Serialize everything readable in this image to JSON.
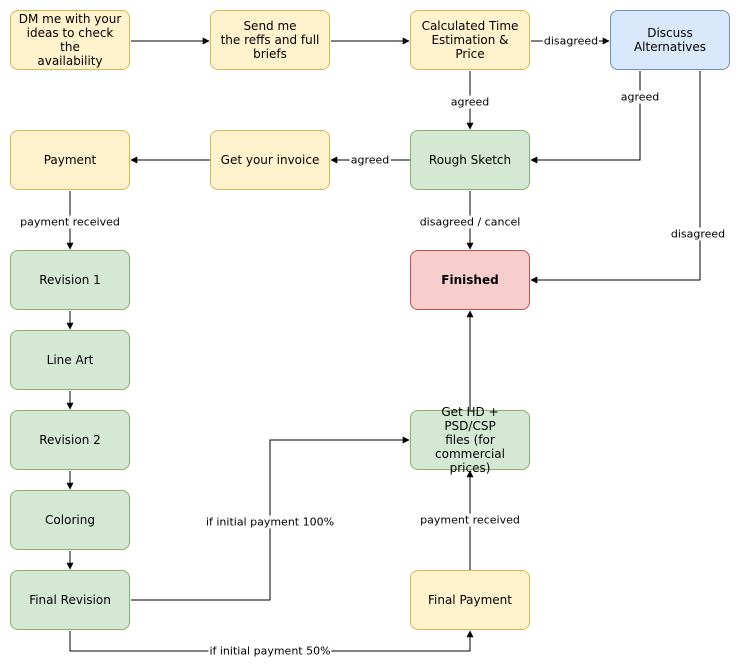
{
  "nodes": {
    "dm": "DM me with your\nideas to check the\navailability",
    "send": "Send me\nthe reffs and full\nbriefs",
    "calc": "Calculated Time\nEstimation & Price",
    "discuss": "Discuss\nAlternatives",
    "payment": "Payment",
    "invoice": "Get your invoice",
    "rough": "Rough Sketch",
    "revision1": "Revision 1",
    "finished": "Finished",
    "lineart": "Line Art",
    "revision2": "Revision 2",
    "gethd": "Get HD + PSD/CSP\nfiles (for commercial\nprices)",
    "coloring": "Coloring",
    "final_revision": "Final Revision",
    "final_payment": "Final Payment"
  },
  "edges": {
    "calc_discuss": "disagreed",
    "calc_rough": "agreed",
    "discuss_rough": "agreed",
    "rough_invoice": "agreed",
    "payment_rev1": "payment received",
    "rough_finished": "disagreed / cancel",
    "discuss_finished": "disagreed",
    "final_rev_gethd": "if initial payment 100%",
    "final_payment_gethd": "payment received",
    "final_rev_final_payment": "if initial payment 50%"
  },
  "colors": {
    "yellow_fill": "#fff2cc",
    "yellow_stroke": "#d6b656",
    "green_fill": "#d5e8d4",
    "green_stroke": "#82b366",
    "blue_fill": "#dae8fc",
    "blue_stroke": "#6c8ebf",
    "red_fill": "#f8cecc",
    "red_stroke": "#b85450",
    "edge": "#000000"
  }
}
